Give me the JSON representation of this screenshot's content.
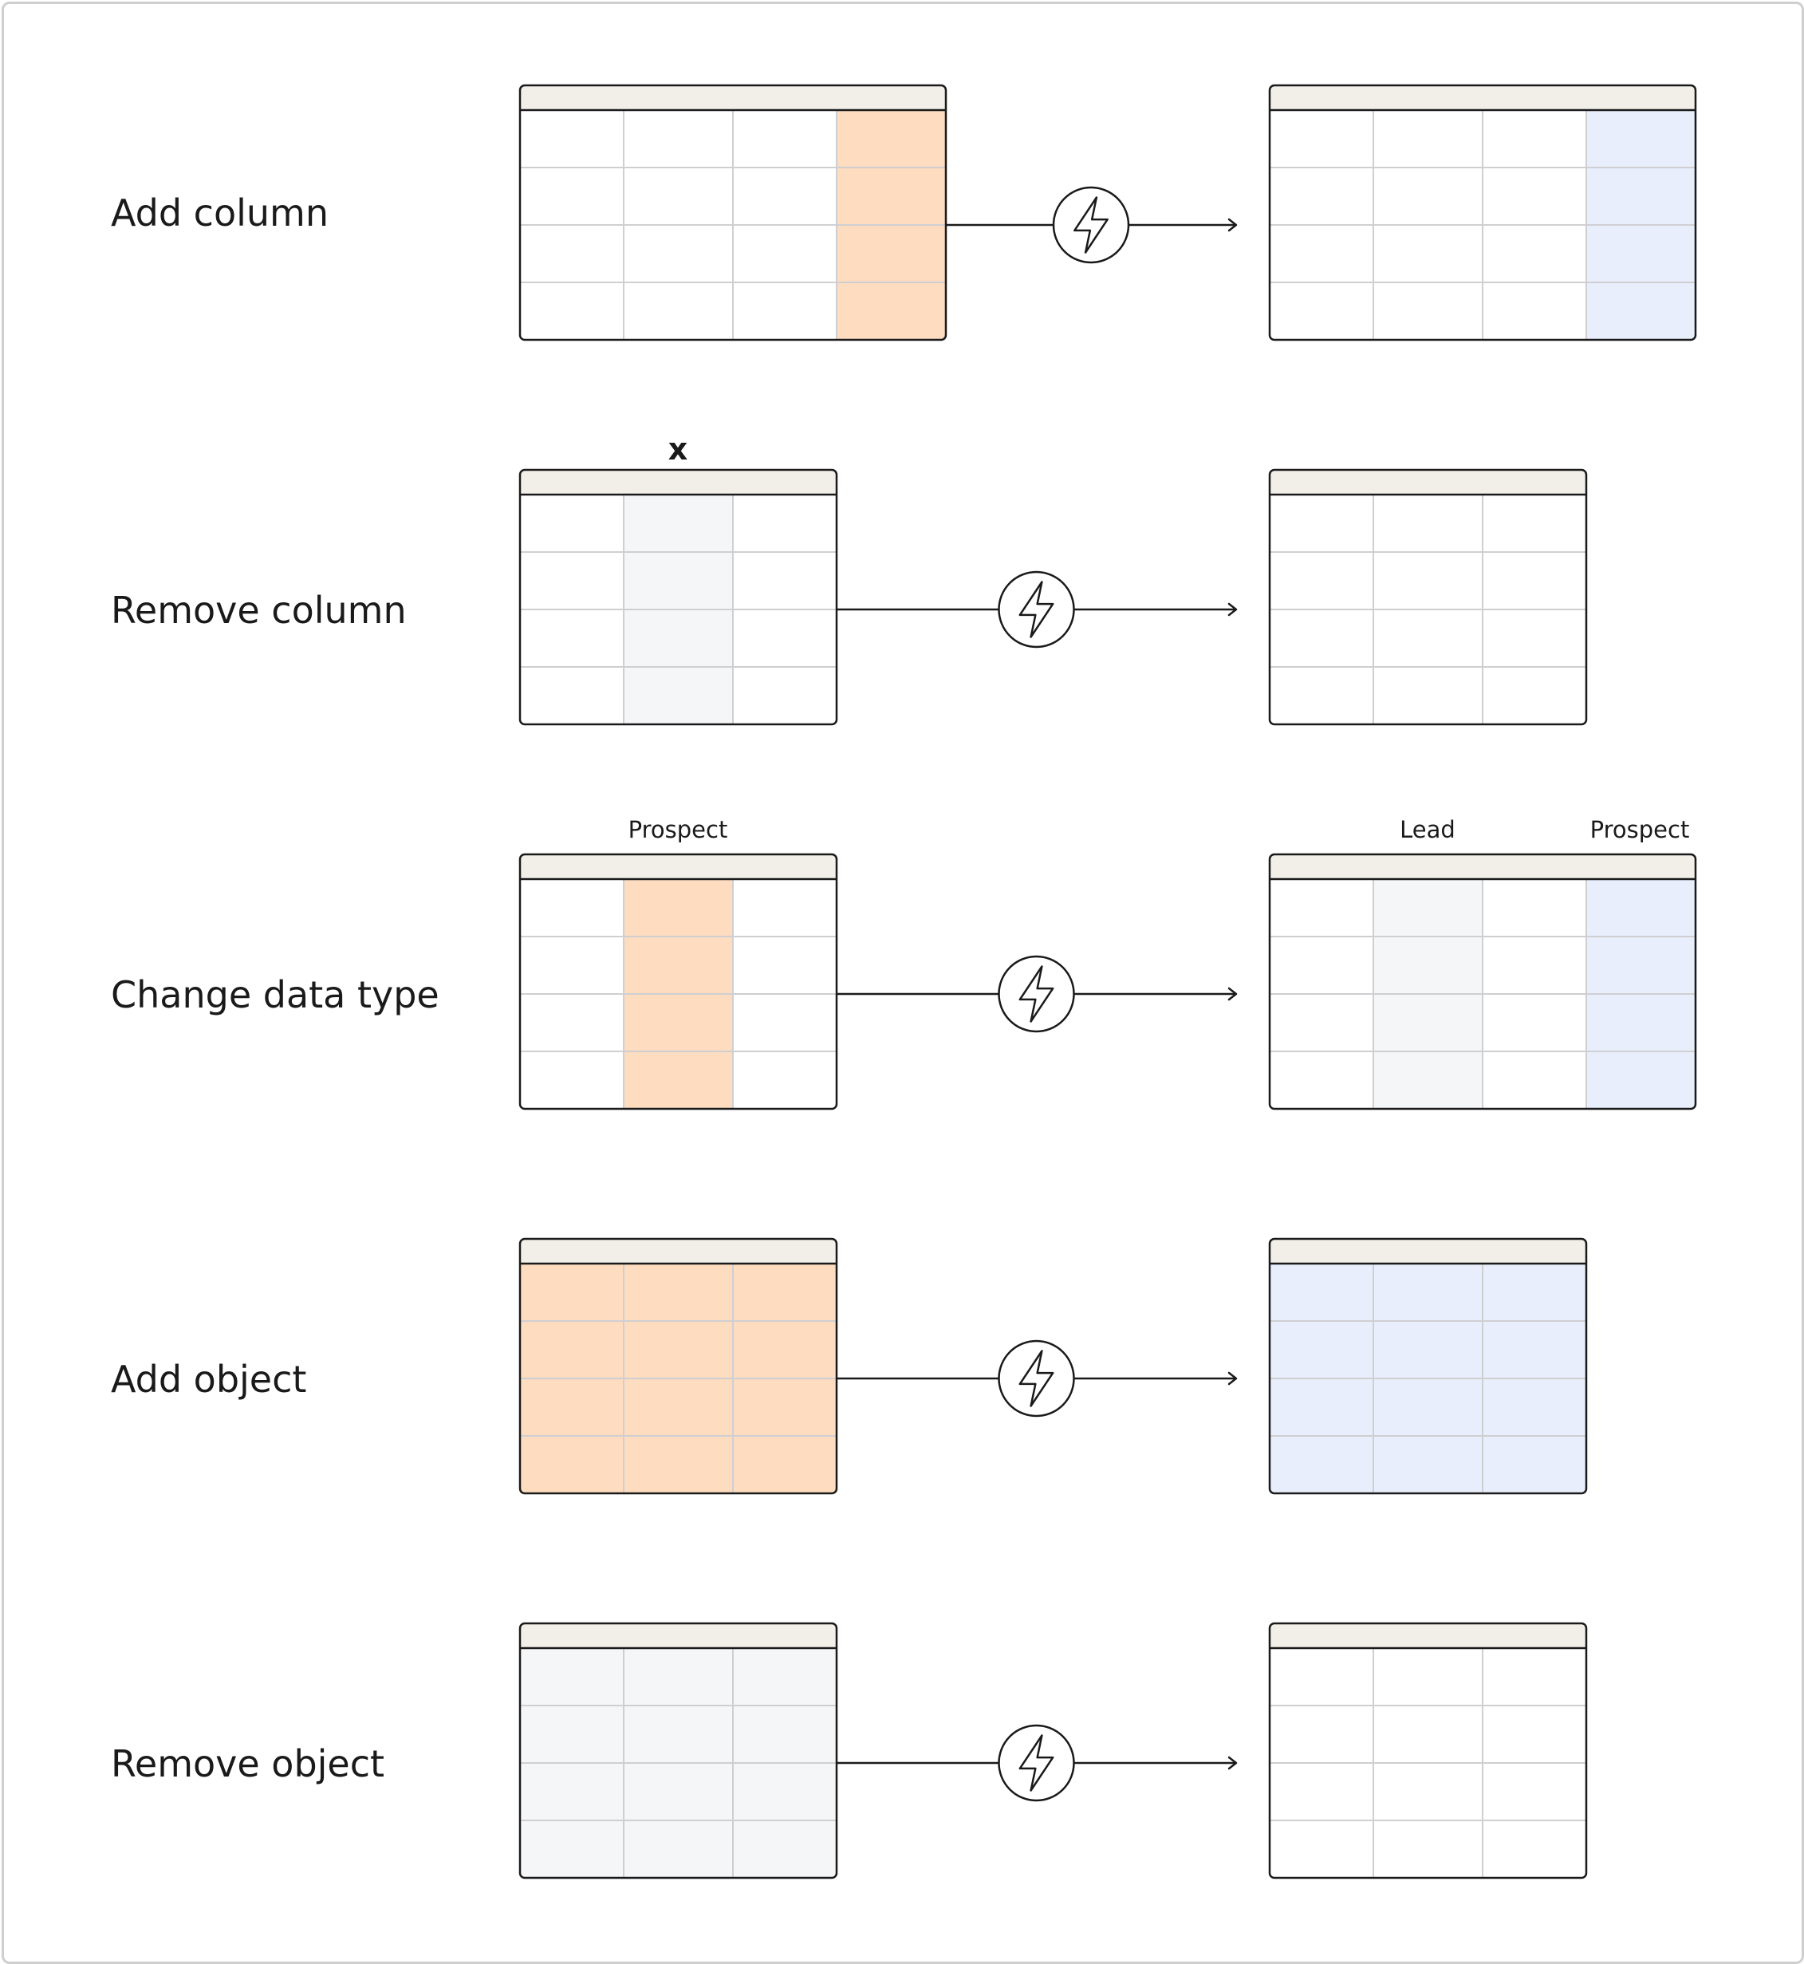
{
  "rows": [
    {
      "label": "Add column",
      "before": {
        "cols": 4,
        "fill": [
          null,
          null,
          null,
          "orange"
        ],
        "heads": []
      },
      "after": {
        "cols": 4,
        "fill": [
          null,
          null,
          null,
          "blue"
        ],
        "heads": []
      }
    },
    {
      "label": "Remove column",
      "before": {
        "cols": 3,
        "fill": [
          null,
          "gray",
          null
        ],
        "heads": [
          {
            "col": 1,
            "text": "x",
            "mark": true
          }
        ]
      },
      "after": {
        "cols": 3,
        "fill": [
          null,
          null,
          null
        ],
        "heads": []
      }
    },
    {
      "label": "Change data type",
      "before": {
        "cols": 3,
        "fill": [
          null,
          "orange",
          null
        ],
        "heads": [
          {
            "col": 1,
            "text": "Prospect"
          }
        ]
      },
      "after": {
        "cols": 4,
        "fill": [
          null,
          "gray",
          null,
          "blue"
        ],
        "heads": [
          {
            "col": 1,
            "text": "Lead"
          },
          {
            "col": 3,
            "text": "Prospect"
          }
        ]
      }
    },
    {
      "label": "Add object",
      "before": {
        "cols": 3,
        "fill": [
          "orange",
          "orange",
          "orange"
        ],
        "heads": []
      },
      "after": {
        "cols": 3,
        "fill": [
          "blue",
          "blue",
          "blue"
        ],
        "heads": []
      }
    },
    {
      "label": "Remove object",
      "before": {
        "cols": 3,
        "fill": [
          "gray",
          "gray",
          "gray"
        ],
        "heads": []
      },
      "after": {
        "cols": 3,
        "fill": [
          null,
          null,
          null
        ],
        "heads": []
      }
    }
  ],
  "colors": {
    "orange": "#fddcc0",
    "blue": "#e8eefc",
    "gray": "#f5f6f8",
    "header": "#f2efe9",
    "grid": "#cfcfd2",
    "stroke": "#1a1a1a"
  },
  "icons": {
    "trigger": "lightning-bolt-icon",
    "arrow": "arrow-right-icon"
  }
}
